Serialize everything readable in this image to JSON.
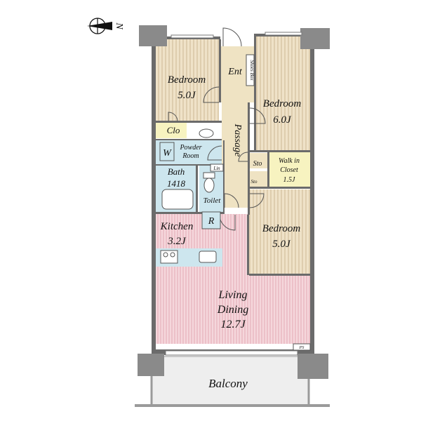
{
  "compass": {
    "north_label": "N"
  },
  "rooms": {
    "bedroom_nw": {
      "name": "Bedroom",
      "size": "5.0J"
    },
    "bedroom_ne": {
      "name": "Bedroom",
      "size": "6.0J"
    },
    "bedroom_e": {
      "name": "Bedroom",
      "size": "5.0J"
    },
    "entrance": {
      "name": "Ent"
    },
    "shoes_box": {
      "name": "Shoes Box"
    },
    "passage": {
      "name": "Passage"
    },
    "closet": {
      "name": "Clo"
    },
    "washer": {
      "name": "W"
    },
    "powder_room": {
      "line1": "Powder",
      "line2": "Room"
    },
    "linen": {
      "name": "Lin"
    },
    "bath": {
      "name": "Bath",
      "size": "1418"
    },
    "toilet": {
      "name": "Toilet"
    },
    "storage_1": {
      "name": "Sto"
    },
    "storage_2": {
      "name": "Sto"
    },
    "walk_in_closet": {
      "line1": "Walk in",
      "line2": "Closet",
      "size": "1.5J"
    },
    "refrigerator": {
      "name": "R"
    },
    "kitchen": {
      "name": "Kitchen",
      "size": "3.2J"
    },
    "living_dining": {
      "line1": "Living",
      "line2": "Dining",
      "size": "12.7J"
    },
    "pipe_space": {
      "name": "PS"
    },
    "balcony": {
      "name": "Balcony"
    }
  },
  "colors": {
    "bedroom": "#efe2c8",
    "bedroom_stripe": "#cdb893",
    "wet_area": "#cde6ee",
    "passage": "#efe3c3",
    "living": "#f5d7dc",
    "living_stripe": "#e3aab3",
    "closet": "#f7f3c0",
    "wall": "#6b6b6b",
    "pillar": "#8a8a8a",
    "balcony": "#eeeeee"
  }
}
